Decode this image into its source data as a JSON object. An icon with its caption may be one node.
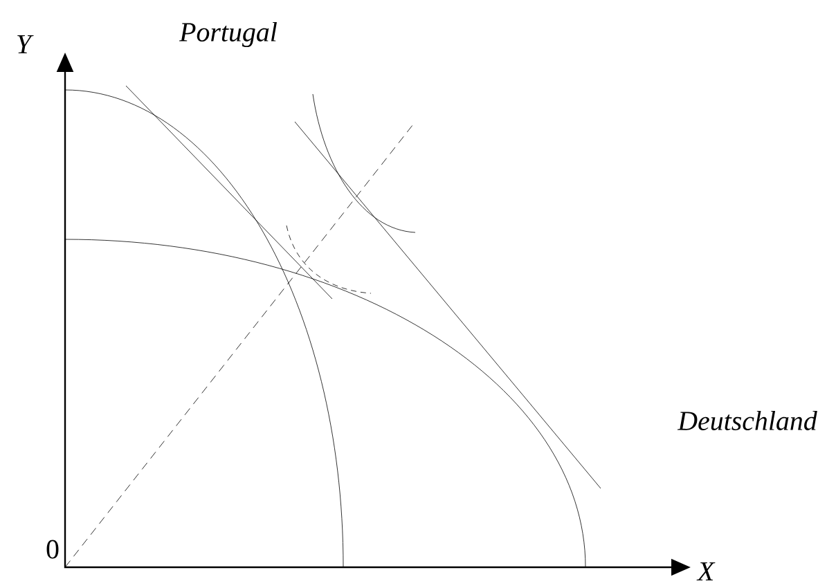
{
  "diagram": {
    "labels": [
      "Y",
      "Portugal",
      "Deutschland",
      "0",
      "X"
    ]
  }
}
